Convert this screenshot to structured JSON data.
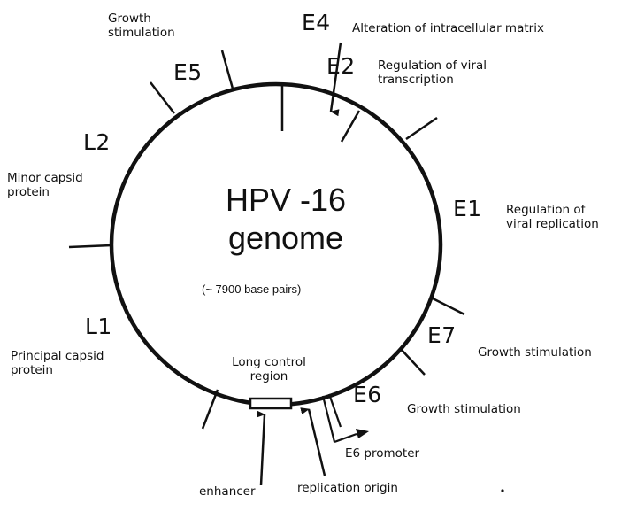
{
  "diagram": {
    "title_line1": "HPV -16",
    "title_line2": "genome",
    "subtitle": "(~ 7900 base pairs)",
    "genes": [
      {
        "id": "E5",
        "label": "E5",
        "function": "Growth stimulation"
      },
      {
        "id": "E4",
        "label": "E4",
        "function": "Alteration of intracellular matrix"
      },
      {
        "id": "E2",
        "label": "E2",
        "function": "Regulation of viral transcription"
      },
      {
        "id": "E1",
        "label": "E1",
        "function": "Regulation of viral replication"
      },
      {
        "id": "E7",
        "label": "E7",
        "function": "Growth stimulation"
      },
      {
        "id": "E6",
        "label": "E6",
        "function": "Growth stimulation"
      },
      {
        "id": "L2",
        "label": "L2",
        "function": "Minor capsid protein"
      },
      {
        "id": "L1",
        "label": "L1",
        "function": "Principal capsid protein"
      }
    ],
    "function_lines": {
      "E5": [
        "Growth",
        "stimulation"
      ],
      "E2": [
        "Regulation of viral",
        "transcription"
      ],
      "E1": [
        "Regulation of",
        "viral replication"
      ],
      "L2": [
        "Minor capsid",
        "protein"
      ],
      "L1": [
        "Principal capsid",
        "protein"
      ]
    },
    "lcr": {
      "label_line1": "Long control",
      "label_line2": "region"
    },
    "annotations": {
      "enhancer": "enhancer",
      "replication_origin": "replication origin",
      "e6_promoter": "E6 promoter"
    }
  }
}
